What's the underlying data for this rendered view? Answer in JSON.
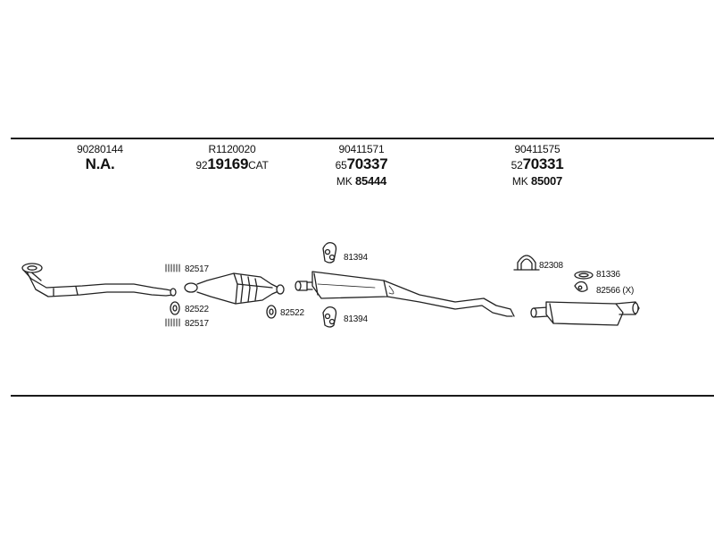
{
  "sections": [
    {
      "code": "90280144",
      "main": "N.A.",
      "main_prefix": "",
      "main_suffix": "",
      "mk_prefix": "",
      "mk_value": ""
    },
    {
      "code": "R1120020",
      "main_prefix": "92",
      "main": "19169",
      "main_suffix": "CAT",
      "mk_prefix": "",
      "mk_value": ""
    },
    {
      "code": "90411571",
      "main_prefix": "65",
      "main": "70337",
      "main_suffix": "",
      "mk_prefix": "MK",
      "mk_value": "85444"
    },
    {
      "code": "90411575",
      "main_prefix": "52",
      "main": "70331",
      "main_suffix": "",
      "mk_prefix": "MK",
      "mk_value": "85007"
    }
  ],
  "parts": [
    {
      "id": "spring-set-upper",
      "label": "82517"
    },
    {
      "id": "gasket-left",
      "label": "82522"
    },
    {
      "id": "spring-set-lower",
      "label": "82517"
    },
    {
      "id": "gasket-right",
      "label": "82522"
    },
    {
      "id": "hanger-upper",
      "label": "81394"
    },
    {
      "id": "hanger-lower",
      "label": "81394"
    },
    {
      "id": "clamp",
      "label": "82308"
    },
    {
      "id": "rubber-ring",
      "label": "81336"
    },
    {
      "id": "mount",
      "label": "82566 (X)"
    }
  ]
}
